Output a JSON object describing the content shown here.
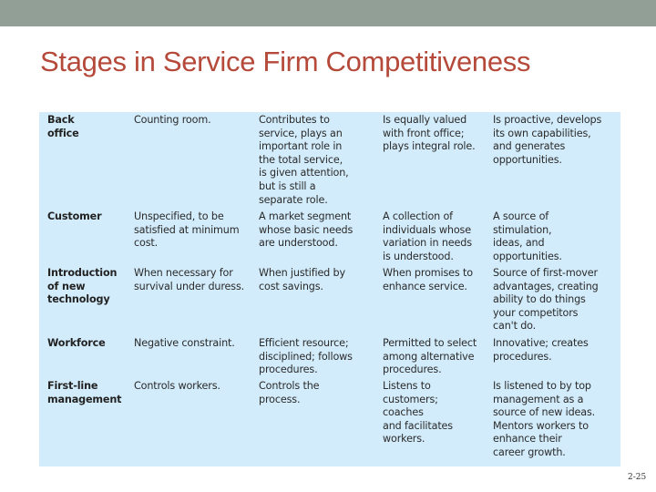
{
  "slide": {
    "title": "Stages in Service Firm Competitiveness",
    "page_number": "2-25",
    "colors": {
      "top_bar": "#929f96",
      "title": "#b5493a",
      "table_background": "#d3ecfb"
    }
  },
  "table": {
    "rows": [
      {
        "label": "Back\noffice",
        "cells": [
          "Counting room.",
          "Contributes to\nservice, plays an\nimportant role in\nthe total service,\nis given attention,\nbut is still a\nseparate role.",
          "Is equally valued\nwith front office;\nplays integral role.",
          "Is proactive, develops\nits own capabilities,\nand generates\nopportunities."
        ]
      },
      {
        "label": "Customer",
        "cells": [
          "Unspecified, to be\nsatisfied at minimum\ncost.",
          "A market segment\nwhose basic needs\nare understood.",
          "A collection of\nindividuals whose\nvariation in needs\nis understood.",
          "A source of\nstimulation,\nideas, and\nopportunities."
        ]
      },
      {
        "label": "Introduction\nof new\ntechnology",
        "cells": [
          "When necessary for\nsurvival under duress.",
          "When justified by\ncost savings.",
          "When promises to\nenhance service.",
          "Source of first-mover\nadvantages, creating\nability to do things\nyour competitors\ncan't do."
        ]
      },
      {
        "label": "Workforce",
        "cells": [
          "Negative constraint.",
          "Efficient resource;\ndisciplined; follows\nprocedures.",
          "Permitted to select\namong alternative\nprocedures.",
          "Innovative; creates\nprocedures."
        ]
      },
      {
        "label": "First-line\nmanagement",
        "cells": [
          "Controls workers.",
          "Controls the\nprocess.",
          "Listens to\ncustomers;\ncoaches\nand facilitates\nworkers.",
          "Is listened to by top\nmanagement as a\nsource of new ideas.\nMentors workers to\nenhance their\ncareer growth."
        ]
      }
    ]
  }
}
